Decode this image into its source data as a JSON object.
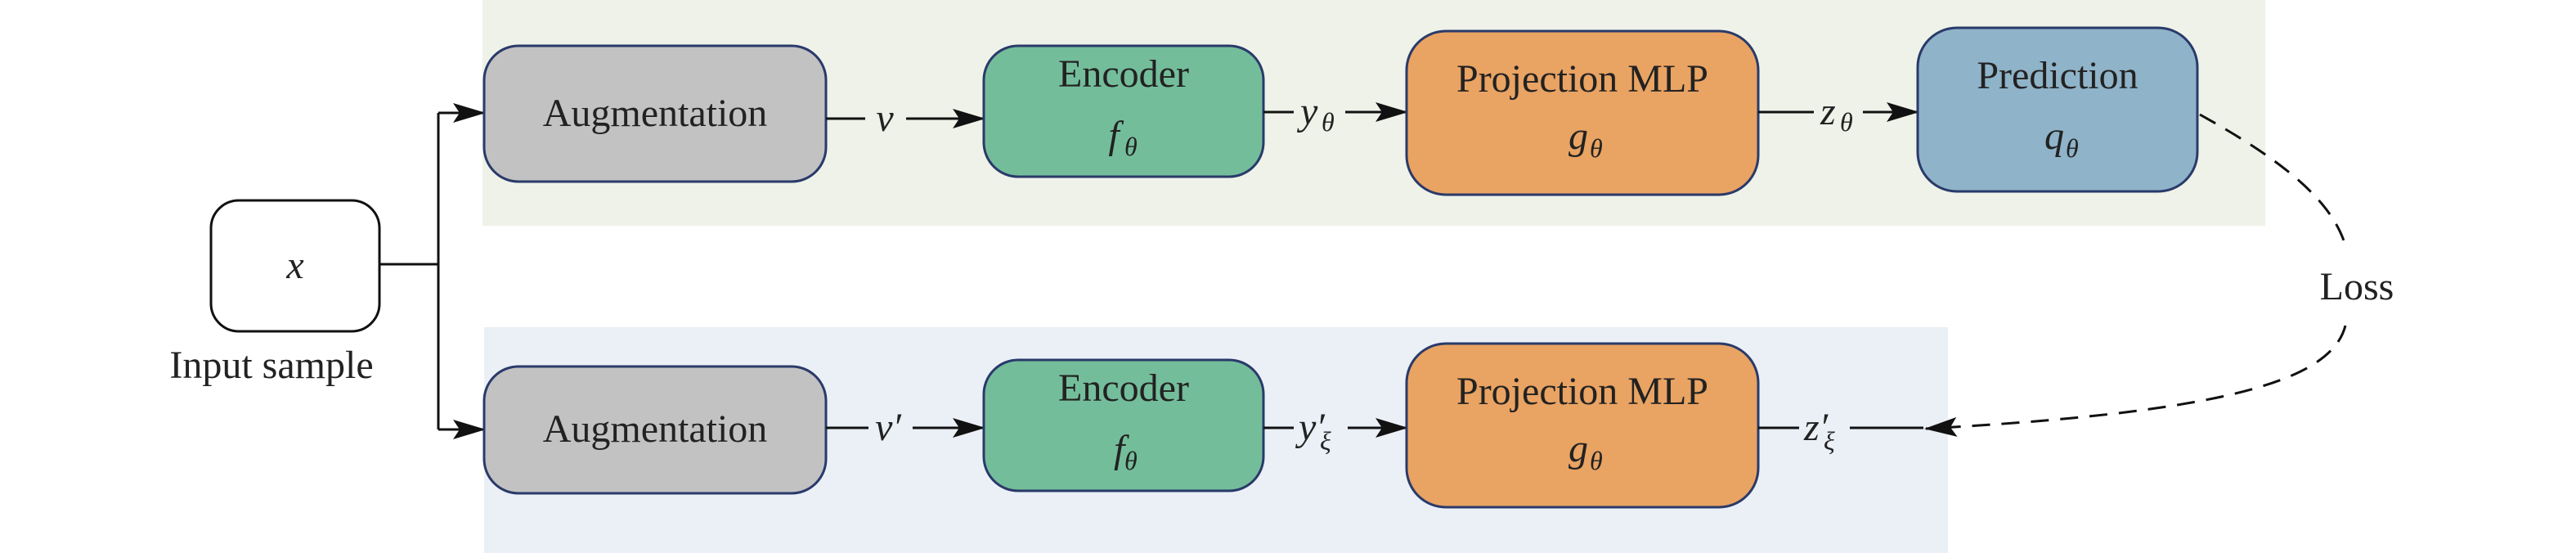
{
  "colors": {
    "online_panel": "#eef2e8",
    "target_panel": "#eaf0f6",
    "augmentation": "#c2c2c2",
    "encoder": "#74bd9b",
    "projection": "#e9a363",
    "prediction": "#8fb3c8",
    "box_border": "#2a3a6a",
    "line": "#111111"
  },
  "input": {
    "symbol": "x",
    "caption": "Input sample"
  },
  "online": {
    "augmentation": "Augmentation",
    "view": "v",
    "encoder_title": "Encoder",
    "encoder_fn": "f",
    "encoder_sub": "θ",
    "repr": "y",
    "repr_sub": "θ",
    "projection_title": "Projection MLP",
    "projection_fn": "g",
    "projection_sub": "θ",
    "proj_out": "z",
    "proj_out_sub": "θ",
    "prediction_title": "Prediction",
    "prediction_fn": "q",
    "prediction_sub": "θ"
  },
  "target": {
    "augmentation": "Augmentation",
    "view": "v′",
    "encoder_title": "Encoder",
    "encoder_fn": "f",
    "encoder_sub": "θ",
    "repr": "y′",
    "repr_sub": "ξ",
    "projection_title": "Projection MLP",
    "projection_fn": "g",
    "projection_sub": "θ",
    "proj_out": "z′",
    "proj_out_sub": "ξ"
  },
  "loss_label": "Loss"
}
